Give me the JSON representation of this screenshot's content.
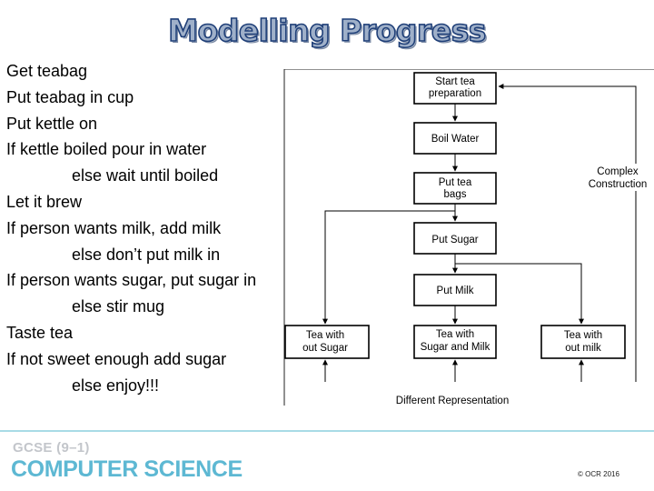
{
  "title": "Modelling Progress",
  "lines": [
    {
      "text": "Get teabag",
      "indent": false
    },
    {
      "text": "Put teabag in cup",
      "indent": false
    },
    {
      "text": "Put kettle on",
      "indent": false
    },
    {
      "text": "If kettle boiled pour in water",
      "indent": false
    },
    {
      "text": "else wait until boiled",
      "indent": true
    },
    {
      "text": "Let it brew",
      "indent": false
    },
    {
      "text": "If person wants milk, add milk",
      "indent": false
    },
    {
      "text": "else don’t put milk in",
      "indent": true
    },
    {
      "text": "If person wants sugar, put sugar in",
      "indent": false
    },
    {
      "text": "else stir mug",
      "indent": true
    },
    {
      "text": "Taste tea",
      "indent": false
    },
    {
      "text": "If not sweet enough add sugar",
      "indent": false
    },
    {
      "text": "else enjoy!!!",
      "indent": true
    }
  ],
  "diagram": {
    "start": [
      "Start tea",
      "preparation"
    ],
    "boil": "Boil Water",
    "bags": [
      "Put tea",
      "bags"
    ],
    "sugar": "Put Sugar",
    "milk": "Put Milk",
    "tea_no_sugar": [
      "Tea with",
      "out Sugar"
    ],
    "tea_both": [
      "Tea with",
      "Sugar and Milk"
    ],
    "tea_no_milk": [
      "Tea with",
      "out milk"
    ],
    "complex": [
      "Complex",
      "Construction"
    ],
    "different": "Different Representation"
  },
  "footer": {
    "course": "GCSE (9–1)",
    "subject": "COMPUTER SCIENCE",
    "copyright": "© OCR 2016"
  }
}
